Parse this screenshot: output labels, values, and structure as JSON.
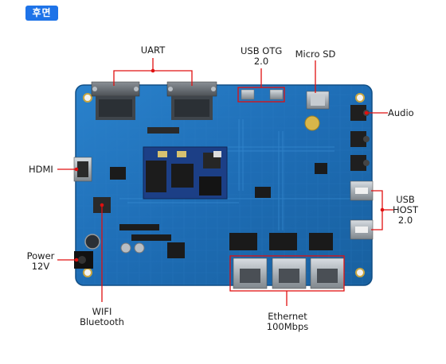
{
  "badge": "후면",
  "labels": {
    "uart": "UART",
    "usb_otg": "USB OTG\n2.0",
    "micro_sd": "Micro SD",
    "audio": "Audio",
    "hdmi": "HDMI",
    "usb_host": "USB\nHOST\n2.0",
    "power": "Power\n12V",
    "wifi": "WIFI\nBluetooth",
    "ethernet": "Ethernet\n100Mbps"
  },
  "colors": {
    "badge": "#1e73e8",
    "callout": "#e01010",
    "pcb": "#1f6fb8"
  }
}
